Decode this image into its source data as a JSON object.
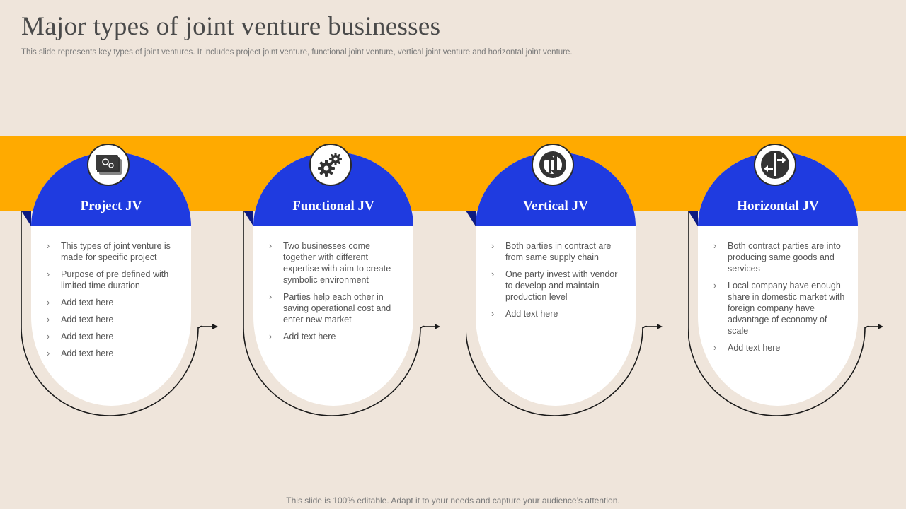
{
  "slide": {
    "title": "Major types of joint venture businesses",
    "subtitle": "This slide represents key types of joint ventures. It includes project joint venture, functional joint venture, vertical joint venture and horizontal joint venture.",
    "footer": "This slide is 100% editable. Adapt it to your needs and capture your audience’s attention."
  },
  "colors": {
    "background": "#EFE5DB",
    "band": "#FFAA00",
    "header_blue": "#1F3BE0",
    "header_dark": "#0D1A80",
    "card_white": "#FFFFFF",
    "frame": "#1A1A1A"
  },
  "cards": [
    {
      "title": "Project JV",
      "icon": "documents-gear-icon",
      "points": [
        "This types of joint venture is made for specific project",
        "Purpose of pre defined with limited time duration",
        "Add text here",
        "Add text here",
        "Add text here",
        "Add text here"
      ]
    },
    {
      "title": "Functional JV",
      "icon": "gears-icon",
      "points": [
        "Two businesses come together with different expertise with aim to create symbolic environment",
        "Parties help each other in saving operational cost and enter new market",
        "Add text here"
      ]
    },
    {
      "title": "Vertical JV",
      "icon": "vertical-arrows-icon",
      "points": [
        "Both parties in contract are from same supply chain",
        "One party invest with vendor to develop and maintain production level",
        "Add text here"
      ]
    },
    {
      "title": "Horizontal JV",
      "icon": "horizontal-arrows-icon",
      "points": [
        "Both contract parties are into producing same goods and services",
        "Local company have enough share in domestic market with foreign company have advantage of economy of scale",
        "Add text here"
      ]
    }
  ]
}
